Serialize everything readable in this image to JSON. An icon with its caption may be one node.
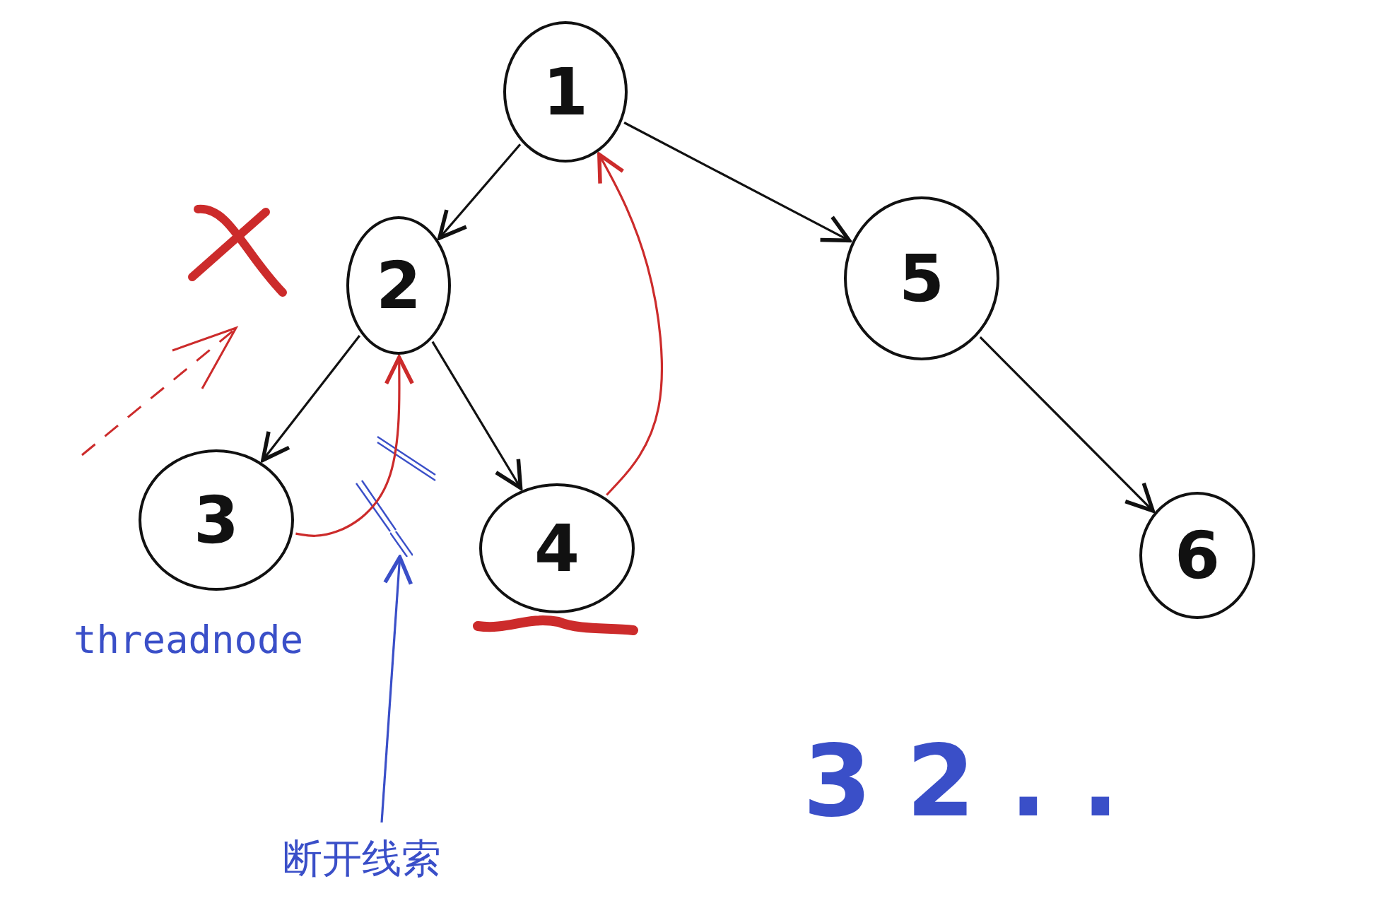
{
  "diagram": {
    "nodes": [
      {
        "text": [
          "1"
        ]
      },
      {
        "text": [
          "2"
        ]
      },
      {
        "text": [
          "3"
        ],
        "beside": [
          "threadnode"
        ]
      },
      {
        "text": [
          "4"
        ]
      },
      {
        "text": [
          "5"
        ]
      },
      {
        "text": [
          "6"
        ]
      },
      {
        "text": [
          "断开线索"
        ]
      },
      {
        "text": [],
        "shape": "bar"
      }
    ],
    "edges": [
      {
        "from": 0,
        "to": 1,
        "arrow": "to"
      },
      {
        "from": 0,
        "to": 4,
        "arrow": "to"
      },
      {
        "from": 1,
        "to": 2,
        "arrow": "to"
      },
      {
        "from": 1,
        "to": 3,
        "arrow": "to"
      },
      {
        "from": 4,
        "to": 5,
        "arrow": "to"
      },
      {
        "from": 2,
        "to": 1,
        "arrow": "to",
        "color": "#cc2b2b"
      },
      {
        "from": 3,
        "to": 0,
        "arrow": "to",
        "color": "#cc2b2b"
      },
      {
        "from": 6,
        "to": 7,
        "arrow": "to",
        "color": "#3a4fc8"
      }
    ],
    "labels": [
      "3 2 . ."
    ]
  }
}
